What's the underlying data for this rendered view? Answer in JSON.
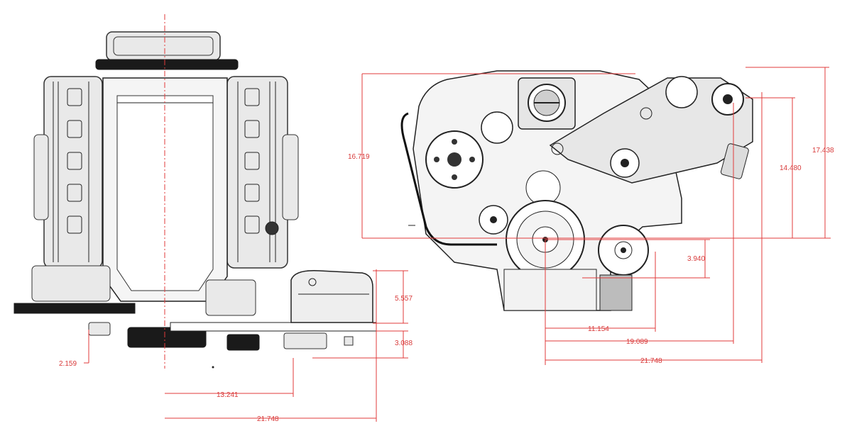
{
  "drawing": {
    "accent_color": "#e23b3b",
    "ink_color": "#222222",
    "front_view": {
      "dimensions": {
        "pulley_height": "5.557",
        "pulley_offset": "3.088",
        "bottom_offset": "2.159",
        "half_width": "13.241",
        "overall_width": "21.748"
      }
    },
    "side_view": {
      "dimensions": {
        "overall_height_left": "16.719",
        "overall_height_right": "17.438",
        "bracket_height": "14.480",
        "crank_offset": "3.940",
        "pulley_x1": "11.154",
        "pulley_x2": "19.089",
        "overall_width": "21.748"
      }
    }
  }
}
